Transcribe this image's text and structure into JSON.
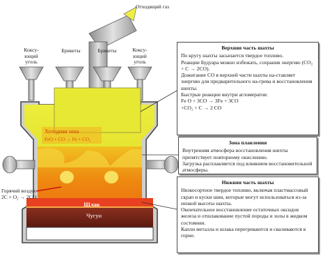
{
  "labels": {
    "exhaust_gas": "Отходящий газ",
    "coke_left": "Коксу-ющий уголь",
    "briquettes_left": "Брикеты",
    "briquettes_right": "Брикеты",
    "coke_right": "Коксу-ющий уголь",
    "hot_air": "Горячий воздух 2C + O₂ → 2CO",
    "cold_zone": "Холодная зона",
    "cold_zone_eq": "FeO + CO → Fe + CO₂",
    "slag": "Шлак",
    "iron": "Чугун"
  },
  "boxes": {
    "top": {
      "title": "Верхняя часть шахты",
      "lines": [
        "По кругу шахты засыпается твердое топливо.",
        "Реакции Будуара можно избежать, сохранив энергию (CO₂ + C → 2CO).",
        "Дожигание CO в верхней части шахты на-ставляет энергию для предварительного на-грева и восстановления шихты.",
        "Быстрые реакции внутри агломератов:",
        "Fe O + 3CO → 3Fe + 3CO",
        "+CO₂ + C → 2 CO"
      ]
    },
    "middle": {
      "title": "Зона плавления",
      "lines": [
        "Внутренняя атмосфера восстановления шихты препятствует повторному окислению.",
        "Загрузка расплавляется под влиянием восстановительной атмосферы."
      ]
    },
    "bottom": {
      "title": "Нижняя часть шахты",
      "lines": [
        "Низкосортное твердое топливо, включая пластмассовый скрап и куски шин, которые могут использоваться из-за низкой высоты шахты.",
        "Окончательное восстановление остаточных оксидов железа и отшлакование пустой породы и золы в жидком состоянии.",
        "Капли металла и шлака перегреваются и сваливаются в горне."
      ]
    }
  }
}
